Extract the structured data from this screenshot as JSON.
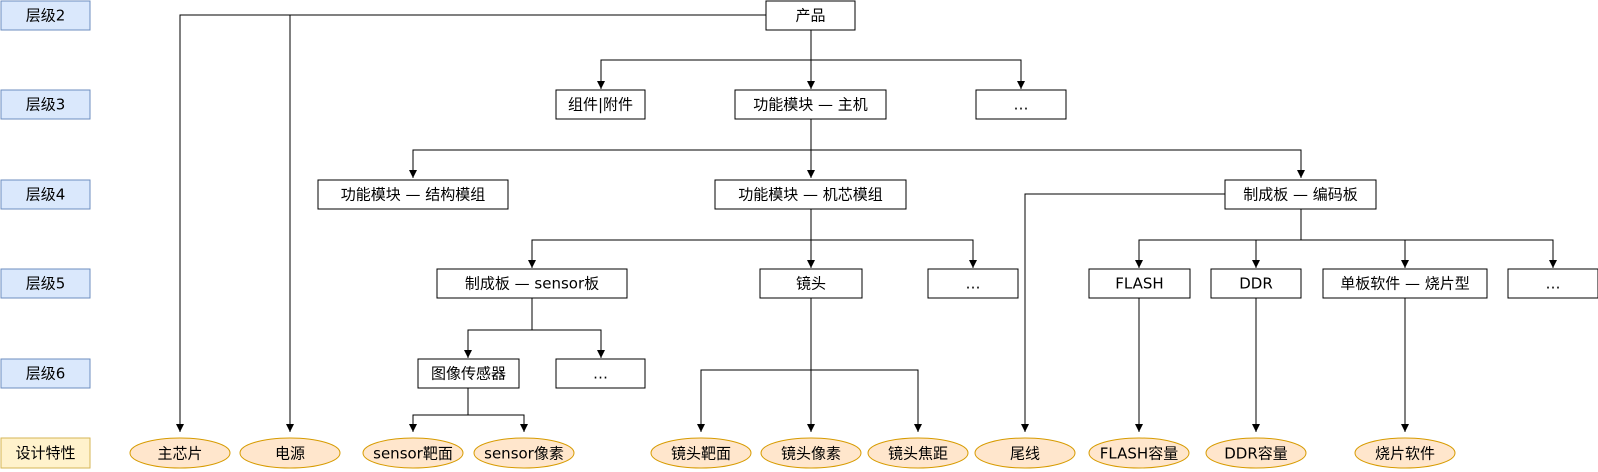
{
  "levels": {
    "l2": "层级2",
    "l3": "层级3",
    "l4": "层级4",
    "l5": "层级5",
    "l6": "层级6",
    "feature": "设计特性"
  },
  "nodes": {
    "product": "产品",
    "component_accessory": "组件|附件",
    "func_module_host": "功能模块 — 主机",
    "l3_more": "…",
    "func_module_structure": "功能模块 — 结构模组",
    "func_module_core": "功能模块 — 机芯模组",
    "pcb_encoder": "制成板 — 编码板",
    "pcb_sensor": "制成板 — sensor板",
    "lens": "镜头",
    "l5_more_a": "…",
    "flash": "FLASH",
    "ddr": "DDR",
    "board_software": "单板软件 — 烧片型",
    "l5_more_b": "…",
    "image_sensor": "图像传感器",
    "l6_more": "…"
  },
  "features": {
    "main_chip": "主芯片",
    "power": "电源",
    "sensor_target": "sensor靶面",
    "sensor_pixel": "sensor像素",
    "lens_target": "镜头靶面",
    "lens_pixel": "镜头像素",
    "lens_focal": "镜头焦距",
    "tail_cable": "尾线",
    "flash_capacity": "FLASH容量",
    "ddr_capacity": "DDR容量",
    "flash_software": "烧片软件"
  }
}
